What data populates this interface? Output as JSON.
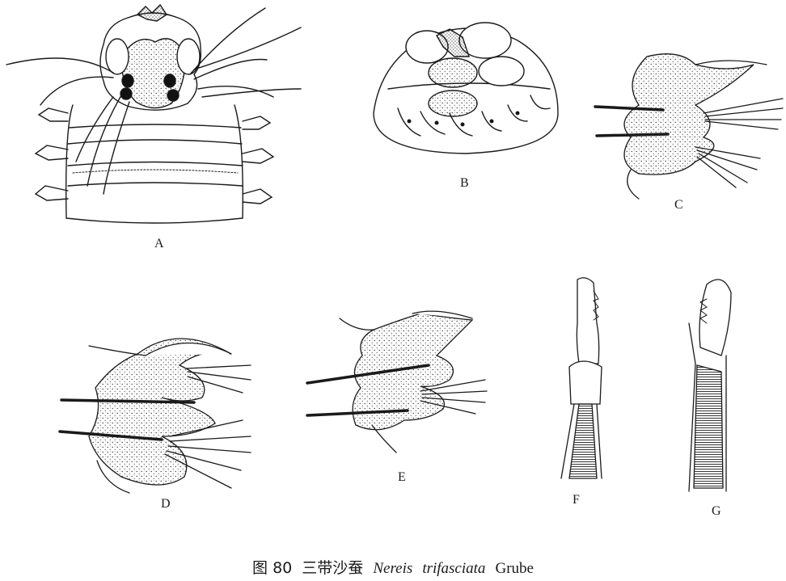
{
  "figure": {
    "panels": [
      {
        "label": "A",
        "content": "anterior end, dorsal view"
      },
      {
        "label": "B",
        "content": "everted proboscis"
      },
      {
        "label": "C",
        "content": "parapodium"
      },
      {
        "label": "D",
        "content": "parapodium"
      },
      {
        "label": "E",
        "content": "parapodium"
      },
      {
        "label": "F",
        "content": "seta"
      },
      {
        "label": "G",
        "content": "seta"
      }
    ],
    "caption": {
      "number": "图 80",
      "chinese_name": "三带沙蚕",
      "genus": "Nereis",
      "species": "trifasciata",
      "author": "Grube"
    }
  }
}
